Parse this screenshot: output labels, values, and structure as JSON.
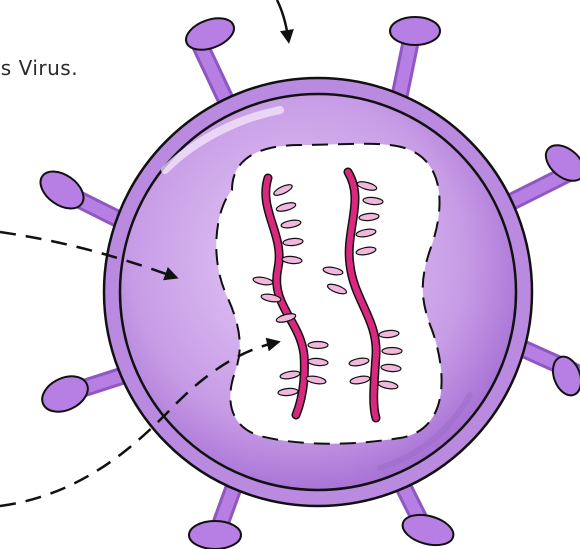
{
  "diagram": {
    "caption": "es Virus.",
    "colors": {
      "capsid_fill": "#c9a0e6",
      "capsid_inner": "#d9b8ef",
      "capsid_rim": "#a974d6",
      "spike": "#b77fe3",
      "spike_dark": "#8e57c2",
      "core_fill": "#ffffff",
      "rna_strand": "#d8297f",
      "rna_teeth": "#f2b7dc",
      "outline": "#111111"
    },
    "parts": [
      "envelope",
      "capsid",
      "spikes",
      "core",
      "genetic-material-strands"
    ]
  }
}
